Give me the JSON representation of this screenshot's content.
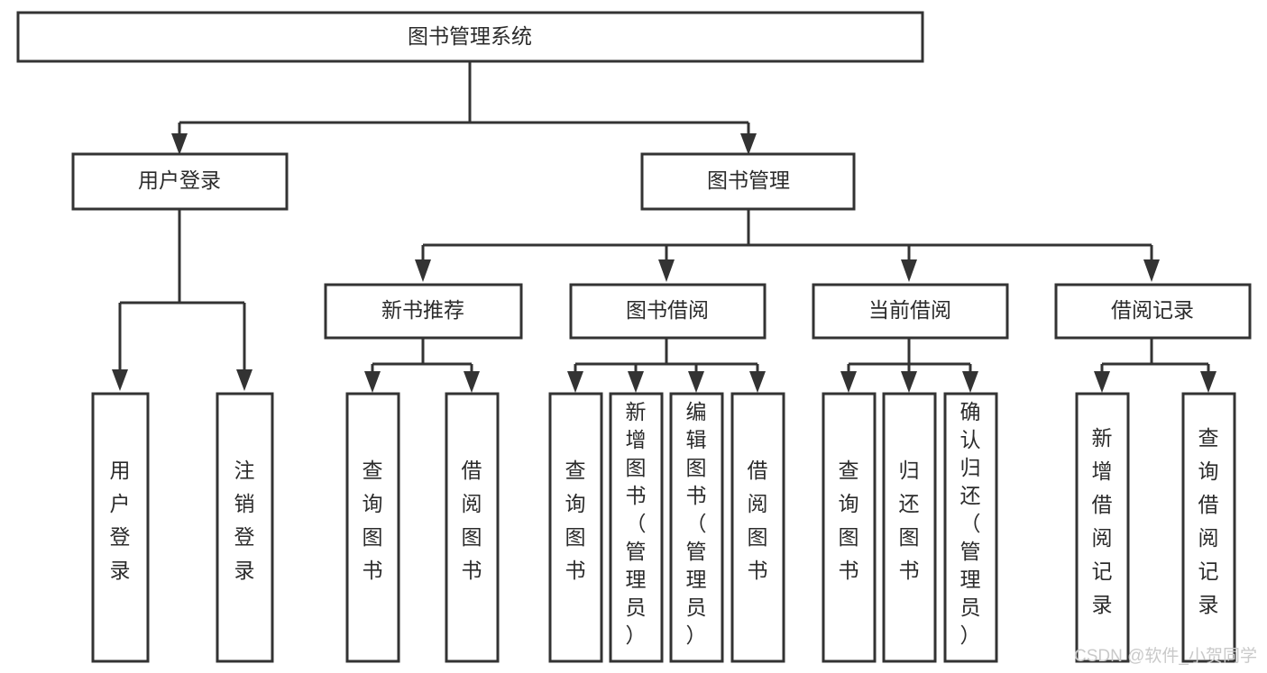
{
  "diagram": {
    "type": "tree-hierarchy-flowchart",
    "title": "图书管理系统",
    "stroke_color": "#333333",
    "fill_color": "#ffffff",
    "text_color": "#2b2b2b",
    "levels": [
      {
        "level": 1,
        "nodes": [
          {
            "id": "root",
            "label": "图书管理系统",
            "orientation": "horizontal"
          }
        ]
      },
      {
        "level": 2,
        "nodes": [
          {
            "id": "login",
            "label": "用户登录",
            "orientation": "horizontal",
            "parent": "root"
          },
          {
            "id": "bookmgmt",
            "label": "图书管理",
            "orientation": "horizontal",
            "parent": "root"
          }
        ]
      },
      {
        "level": 3,
        "nodes": [
          {
            "id": "newbook",
            "label": "新书推荐",
            "orientation": "horizontal",
            "parent": "bookmgmt"
          },
          {
            "id": "borrow",
            "label": "图书借阅",
            "orientation": "horizontal",
            "parent": "bookmgmt"
          },
          {
            "id": "current",
            "label": "当前借阅",
            "orientation": "horizontal",
            "parent": "bookmgmt"
          },
          {
            "id": "records",
            "label": "借阅记录",
            "orientation": "horizontal",
            "parent": "bookmgmt"
          }
        ]
      },
      {
        "level": 4,
        "nodes": [
          {
            "id": "leaf-user-login",
            "label": "用户登录",
            "orientation": "vertical",
            "parent": "login"
          },
          {
            "id": "leaf-user-logout",
            "label": "注销登录",
            "orientation": "vertical",
            "parent": "login"
          },
          {
            "id": "leaf-query-book-1",
            "label": "查询图书",
            "orientation": "vertical",
            "parent": "newbook"
          },
          {
            "id": "leaf-borrow-book-1",
            "label": "借阅图书",
            "orientation": "vertical",
            "parent": "newbook"
          },
          {
            "id": "leaf-query-book-2",
            "label": "查询图书",
            "orientation": "vertical",
            "parent": "borrow"
          },
          {
            "id": "leaf-add-book",
            "label": "新增图书（管理员）",
            "orientation": "vertical",
            "parent": "borrow"
          },
          {
            "id": "leaf-edit-book",
            "label": "编辑图书（管理员）",
            "orientation": "vertical",
            "parent": "borrow"
          },
          {
            "id": "leaf-borrow-book-2",
            "label": "借阅图书",
            "orientation": "vertical",
            "parent": "borrow"
          },
          {
            "id": "leaf-query-book-3",
            "label": "查询图书",
            "orientation": "vertical",
            "parent": "current"
          },
          {
            "id": "leaf-return-book",
            "label": "归还图书",
            "orientation": "vertical",
            "parent": "current"
          },
          {
            "id": "leaf-confirm-return",
            "label": "确认归还（管理员）",
            "orientation": "vertical",
            "parent": "current"
          },
          {
            "id": "leaf-add-record",
            "label": "新增借阅记录",
            "orientation": "vertical",
            "parent": "records"
          },
          {
            "id": "leaf-query-record",
            "label": "查询借阅记录",
            "orientation": "vertical",
            "parent": "records"
          }
        ]
      }
    ]
  },
  "watermark": {
    "text": "CSDN @软件_小贺同学"
  }
}
